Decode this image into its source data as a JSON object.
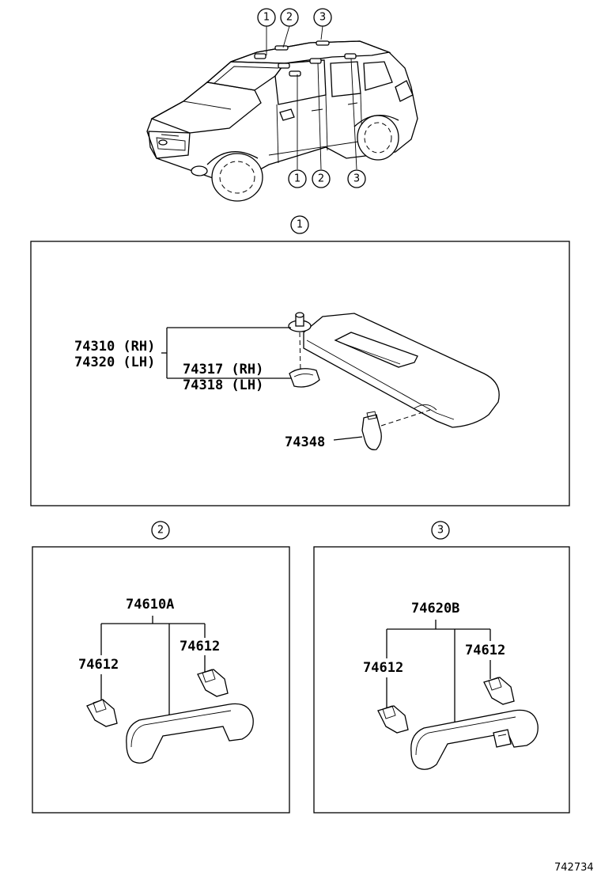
{
  "callouts": [
    "1",
    "2",
    "3"
  ],
  "panel1": {
    "sunvisor_rh": "74310 (RH)",
    "sunvisor_lh": "74320 (LH)",
    "holder_rh": "74317 (RH)",
    "holder_lh": "74318 (LH)",
    "sunvisor_hook": "74348"
  },
  "panel2": {
    "assist_grip": "74610A",
    "cap_left": "74612",
    "cap_right": "74612"
  },
  "panel3": {
    "assist_grip": "74620B",
    "cap_left": "74612",
    "cap_right": "74612"
  },
  "ref_number": "742734"
}
